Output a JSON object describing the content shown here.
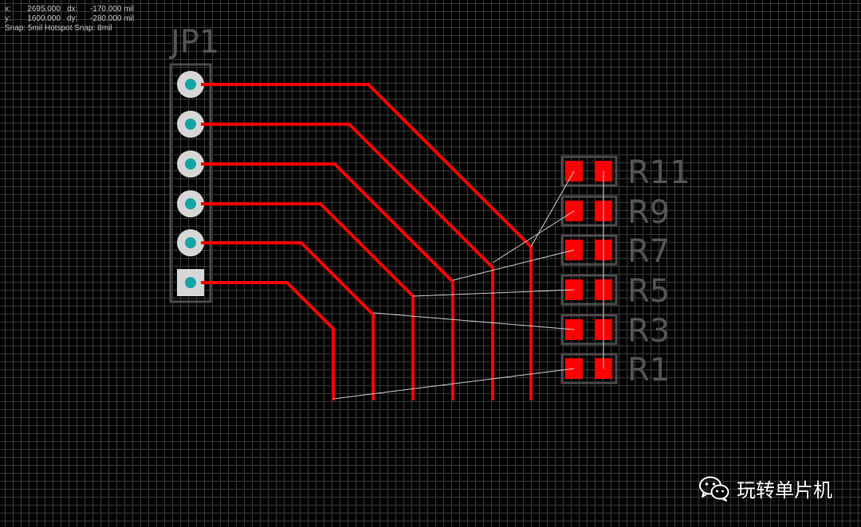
{
  "hud": {
    "x_label": "x:",
    "x_value": "2695.000",
    "dx_label": "dx:",
    "dx_value": "-170.000 mil",
    "y_label": "y:",
    "y_value": "1600.000",
    "dy_label": "dy:",
    "dy_value": "-280.000 mil",
    "snap": "Snap: 5mil Hotspot Snap: 8mil"
  },
  "components": {
    "header": "JP1",
    "resistors": [
      "R11",
      "R9",
      "R7",
      "R5",
      "R3",
      "R1"
    ]
  },
  "colors": {
    "background": "#000000",
    "grid": "#3a3a3a",
    "trace": "#ff0000",
    "pad_copper": "#d6d6d6",
    "pad_hole": "#16a3a3",
    "silkscreen": "#555555",
    "ratsnest": "#cfcfcf"
  },
  "watermark": {
    "icon": "wechat-icon",
    "text": "玩转单片机"
  }
}
